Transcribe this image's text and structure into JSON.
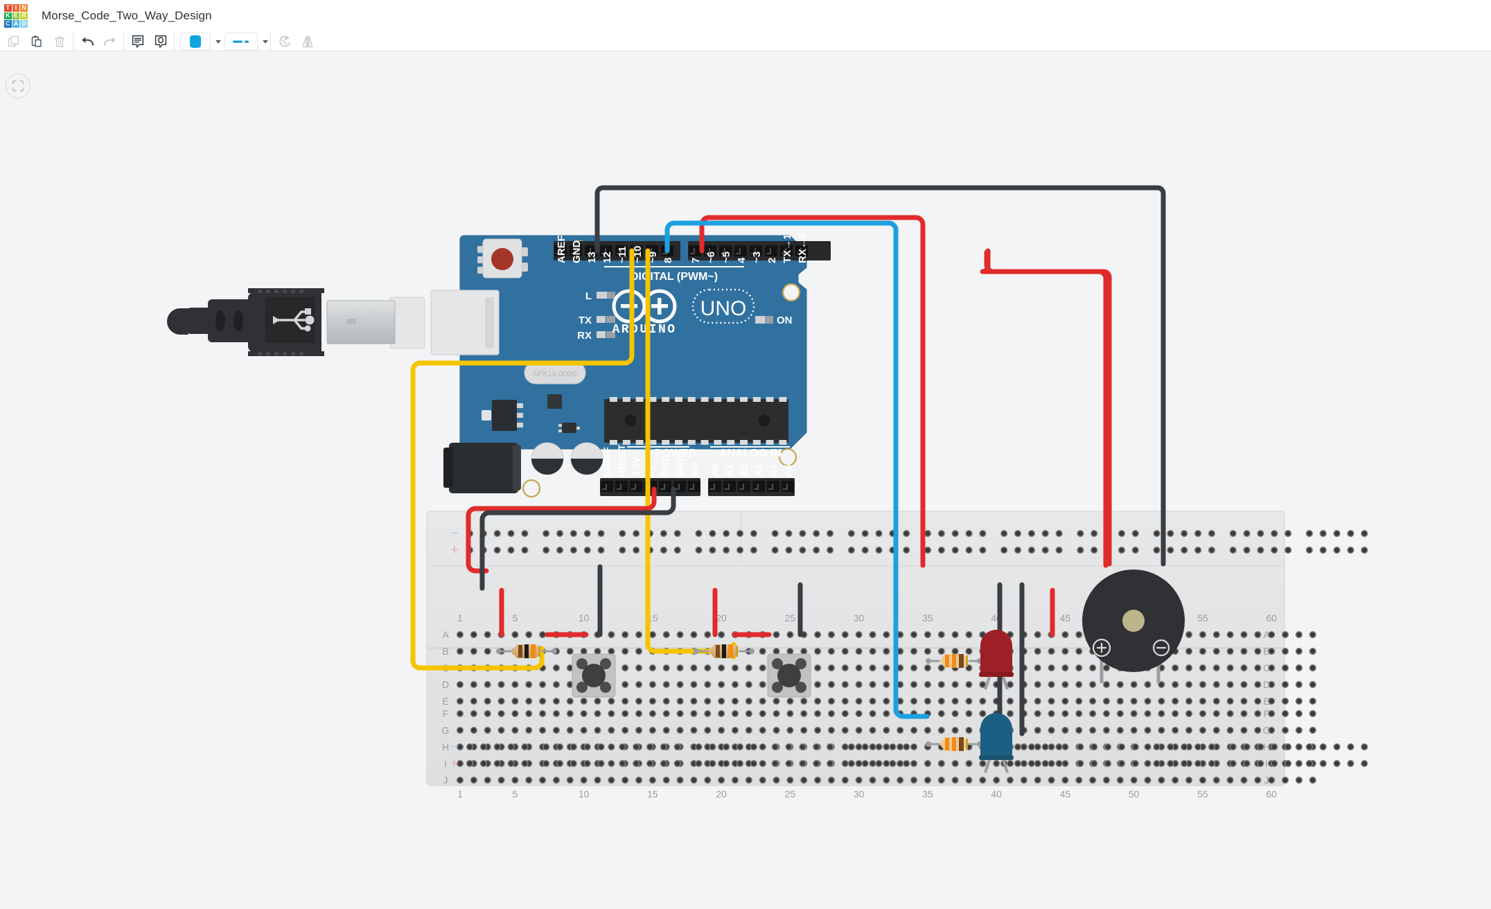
{
  "app": {
    "logo_name": "tinkercad-logo",
    "logo_letters": [
      "T",
      "I",
      "N",
      "K",
      "E",
      "R",
      "C",
      "A",
      "D"
    ],
    "logo_colors": [
      "#e8492f",
      "#f26a31",
      "#f5872e",
      "#1eab5b",
      "#8cc63e",
      "#c3d72e",
      "#1a75bb",
      "#4eb3e4",
      "#8ed0f0"
    ],
    "title": "Morse_Code_Two_Way_Design"
  },
  "toolbar": {
    "groups": [
      {
        "name": "edit",
        "buttons": [
          {
            "name": "copy-button",
            "icon": "copy-icon",
            "label": "Copy",
            "disabled": true
          },
          {
            "name": "paste-button",
            "icon": "paste-icon",
            "label": "Paste",
            "disabled": false
          },
          {
            "name": "delete-button",
            "icon": "trash-icon",
            "label": "Delete",
            "disabled": true
          }
        ]
      },
      {
        "name": "history",
        "buttons": [
          {
            "name": "undo-button",
            "icon": "undo-arrow-icon",
            "label": "Undo",
            "disabled": false
          },
          {
            "name": "redo-button",
            "icon": "redo-arrow-icon",
            "label": "Redo",
            "disabled": true
          }
        ]
      },
      {
        "name": "annotation",
        "buttons": [
          {
            "name": "note-button",
            "icon": "note-icon",
            "label": "Note",
            "disabled": false
          },
          {
            "name": "annotation-button",
            "icon": "annotation-icon",
            "label": "Annotation",
            "disabled": false
          }
        ]
      },
      {
        "name": "style",
        "buttons": [
          {
            "name": "color-swatch-button",
            "icon": "color-swatch-icon",
            "label": "Wire color",
            "disabled": false
          },
          {
            "name": "wire-style-button",
            "icon": "wire-style-icon",
            "label": "Wire type",
            "disabled": false
          }
        ]
      },
      {
        "name": "transform",
        "buttons": [
          {
            "name": "rotate-button",
            "icon": "rotate-icon",
            "label": "Rotate",
            "disabled": true
          },
          {
            "name": "mirror-button",
            "icon": "mirror-icon",
            "label": "Mirror",
            "disabled": true
          }
        ]
      }
    ],
    "color_swatch_hex": "#12a5df",
    "wire_style_hex": "#0f9ad6"
  },
  "canvas": {
    "fit_button_name": "fit-to-view-button",
    "fit_button_icon": "fit-frame-icon",
    "background_hex": "#f2f4f5"
  },
  "arduino": {
    "name": "Arduino Uno R3",
    "brand": "ARDUINO",
    "model": "UNO",
    "board_hex": "#3071a0",
    "digital_header_label": "DIGITAL (PWM~)",
    "digital_pins": [
      "AREF",
      "GND",
      "13",
      "12",
      "~11",
      "~10",
      "~9",
      "8",
      "7",
      "~6",
      "~5",
      "4",
      "~3",
      "2",
      "TX→1",
      "RX←0"
    ],
    "power_header_label": "POWER",
    "power_pins": [
      "IOREF",
      "RESET",
      "3.3V",
      "5V",
      "GND",
      "GND",
      "Vin"
    ],
    "analog_header_label": "ANALOG IN",
    "analog_pins": [
      "A0",
      "A1",
      "A2",
      "A3",
      "A4",
      "A5"
    ],
    "leds": [
      "L",
      "TX",
      "RX"
    ],
    "on_label": "ON",
    "crystal_label": "SPK16.000G",
    "reset_button_name": "reset-button"
  },
  "usb": {
    "name": "usb-cable",
    "connector_label": "usb-connector-icon"
  },
  "breadboard": {
    "name": "Breadboard Small / Full+",
    "row_labels_top": [
      "A",
      "B",
      "C",
      "D",
      "E"
    ],
    "row_labels_bottom": [
      "F",
      "G",
      "H",
      "I",
      "J"
    ],
    "column_labels": [
      "1",
      "5",
      "10",
      "15",
      "20",
      "25",
      "30",
      "35",
      "40",
      "45",
      "50",
      "55",
      "60"
    ],
    "rail_negative_symbol": "−",
    "rail_positive_symbol": "+",
    "body_hex": "#e3e4e5"
  },
  "components": [
    {
      "name": "resistor-1",
      "type": "resistor",
      "position": "col 4-8 row B",
      "bands_hex": [
        "#7a4a20",
        "#1a1a1a",
        "#f08c1c",
        "#c9a227"
      ]
    },
    {
      "name": "pushbutton-1",
      "type": "pushbutton",
      "position": "col 9-11 rows B/C/D/E"
    },
    {
      "name": "resistor-2",
      "type": "resistor",
      "position": "col 19-23 row B",
      "bands_hex": [
        "#7a4a20",
        "#1a1a1a",
        "#f08c1c",
        "#c9a227"
      ]
    },
    {
      "name": "pushbutton-2",
      "type": "pushbutton",
      "position": "col 24-26 rows B/C/D/E"
    },
    {
      "name": "resistor-3",
      "type": "resistor",
      "position": "col 36-39 row C",
      "bands_hex": [
        "#f08c1c",
        "#f08c1c",
        "#7a4a20",
        "#c9a227"
      ]
    },
    {
      "name": "led-red",
      "type": "led",
      "color_hex": "#9e1f26",
      "position": "col 40 rows C/D"
    },
    {
      "name": "resistor-4",
      "type": "resistor",
      "position": "col 36-39 row H",
      "bands_hex": [
        "#f08c1c",
        "#f08c1c",
        "#7a4a20",
        "#c9a227"
      ]
    },
    {
      "name": "led-blue",
      "type": "led",
      "color_hex": "#1b5f82",
      "position": "col 40 rows H/I"
    },
    {
      "name": "piezo-buzzer",
      "type": "piezo",
      "plus_symbol": "+",
      "minus_symbol": "−",
      "position": "col 50-54"
    }
  ],
  "wires": [
    {
      "name": "wire-gnd-top-black",
      "color_hex": "#3a3e42",
      "from": "Arduino GND",
      "to": "piezo minus"
    },
    {
      "name": "wire-pin9-blue",
      "color_hex": "#1ca0e0",
      "from": "Arduino ~9",
      "to": "breadboard col 35 row F"
    },
    {
      "name": "wire-pin8-red",
      "color_hex": "#e02b2b",
      "from": "Arduino 8",
      "to": "breadboard col 38 row A"
    },
    {
      "name": "wire-pin7-red",
      "color_hex": "#e02b2b",
      "from": "Arduino 7",
      "to": "piezo plus"
    },
    {
      "name": "wire-pin11-yellow",
      "color_hex": "#f5c400",
      "from": "Arduino ~11",
      "to": "breadboard col 15 row C"
    },
    {
      "name": "wire-pin10-yellow",
      "color_hex": "#f5c400",
      "from": "Arduino ~10",
      "to": "breadboard col 5 row C"
    },
    {
      "name": "wire-5v-red",
      "color_hex": "#e02b2b",
      "from": "Arduino 5V",
      "to": "breadboard + rail"
    },
    {
      "name": "wire-gnd-black",
      "color_hex": "#3a3e42",
      "from": "Arduino GND",
      "to": "breadboard − rail"
    }
  ]
}
